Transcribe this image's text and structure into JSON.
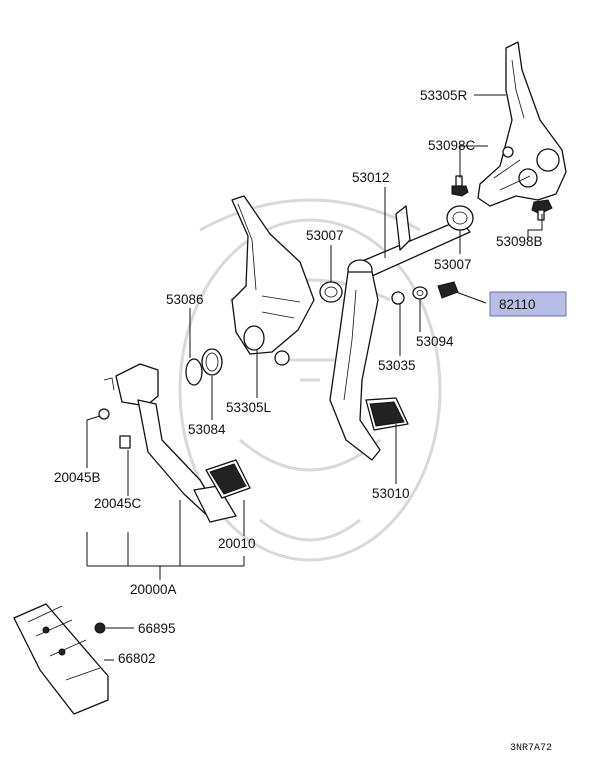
{
  "parts": {
    "p53305R": "53305R",
    "p53098C": "53098C",
    "p53098B": "53098B",
    "p53012": "53012",
    "p53007a": "53007",
    "p53007b": "53007",
    "p82110": "82110",
    "p53086": "53086",
    "p53094": "53094",
    "p53035": "53035",
    "p53305L": "53305L",
    "p53084": "53084",
    "p20045B": "20045B",
    "p20045C": "20045C",
    "p53010": "53010",
    "p20010": "20010",
    "p20000A": "20000A",
    "p66895": "66895",
    "p66802": "66802"
  },
  "highlight_color": "#b8bde6",
  "diagram_code": "3NR7A72"
}
